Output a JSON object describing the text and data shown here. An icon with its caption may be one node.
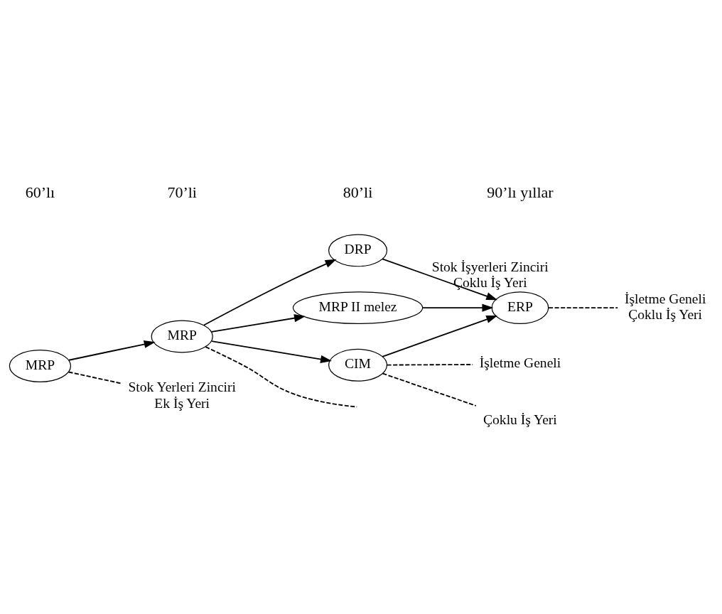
{
  "diagram": {
    "nodes": [
      {
        "text": [
          "MRP"
        ]
      },
      {
        "text": [
          "MRP"
        ]
      },
      {
        "text": [
          "DRP"
        ]
      },
      {
        "text": [
          "MRP II melez"
        ]
      },
      {
        "text": [
          "ERP"
        ],
        "beside": [
          "Stok İşyerleri Zinciri",
          "Çoklu İş Yeri"
        ]
      },
      {
        "text": [
          "CIM"
        ]
      },
      {
        "text": [
          "Stok Yerleri Zinciri",
          "Ek İş Yeri"
        ]
      },
      {
        "text": [
          "İşletme Geneli"
        ]
      },
      {
        "text": [
          "Çoklu İş Yeri"
        ]
      },
      {
        "text": [
          "İşletme Geneli",
          "Çoklu İş Yeri"
        ]
      }
    ],
    "edges": [
      {
        "from": 0,
        "to": 1,
        "arrow": "to"
      },
      {
        "from": 1,
        "to": 2,
        "arrow": "to"
      },
      {
        "from": 1,
        "to": 3,
        "arrow": "to"
      },
      {
        "from": 1,
        "to": 5,
        "arrow": "to"
      },
      {
        "from": 2,
        "to": 4,
        "arrow": "to"
      },
      {
        "from": 3,
        "to": 4,
        "arrow": "to"
      },
      {
        "from": 5,
        "to": 4,
        "arrow": "to"
      },
      {
        "from": 0,
        "to": 6,
        "arrow": "none",
        "style": "dashed"
      },
      {
        "from": 1,
        "to": null,
        "arrow": "none",
        "style": "dashed"
      },
      {
        "from": 5,
        "to": 7,
        "arrow": "none",
        "style": "dashed"
      },
      {
        "from": 5,
        "to": 8,
        "arrow": "none",
        "style": "dashed"
      },
      {
        "from": 4,
        "to": 9,
        "arrow": "none",
        "style": "dashed"
      }
    ],
    "labels": [
      "60’lı",
      "70’li",
      "80’li",
      "90’lı yıllar"
    ]
  }
}
